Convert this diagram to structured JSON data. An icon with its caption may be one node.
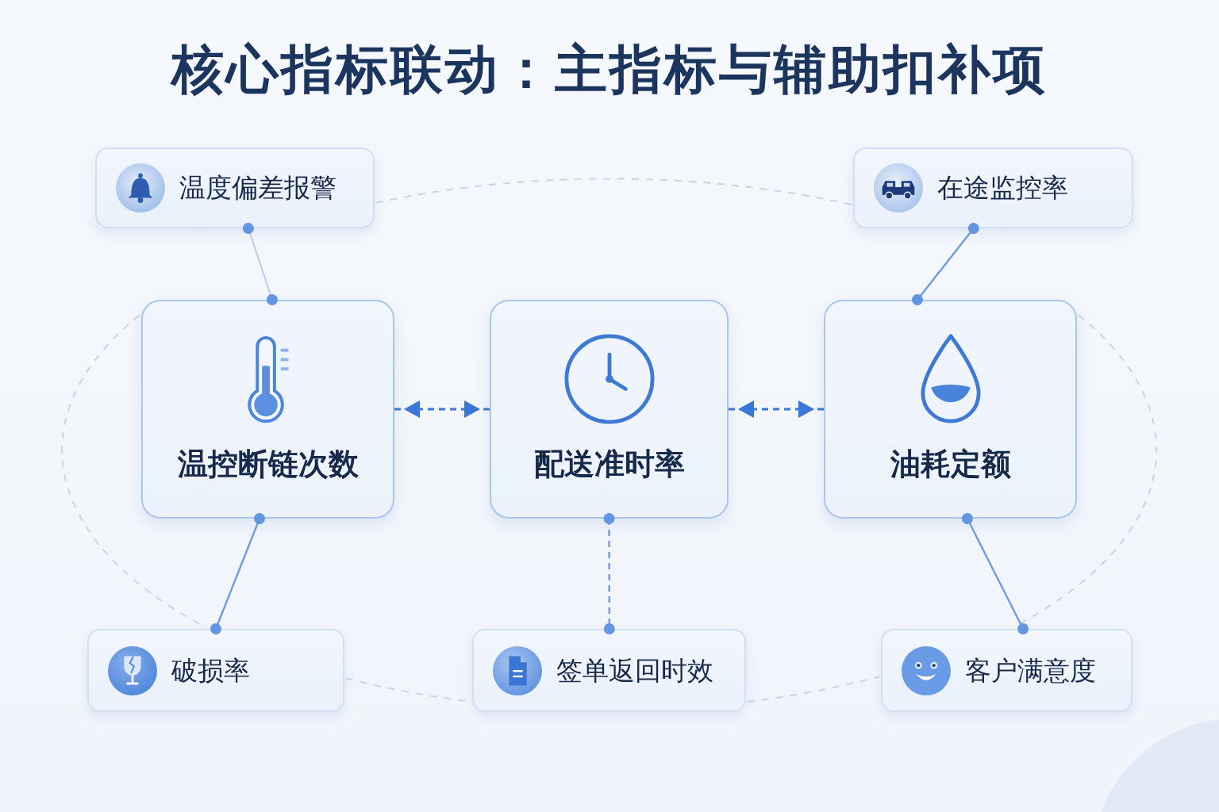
{
  "diagram": {
    "title": "核心指标联动：主指标与辅助扣补项",
    "nodes": [
      {
        "text": [
          "温度偏差报警"
        ]
      },
      {
        "text": [
          "在途监控率"
        ]
      },
      {
        "text": [
          "温控断链次数"
        ]
      },
      {
        "text": [
          "配送准时率"
        ]
      },
      {
        "text": [
          "油耗定额"
        ]
      },
      {
        "text": [
          "破损率"
        ]
      },
      {
        "text": [
          "签单返回时效"
        ]
      },
      {
        "text": [
          "客户满意度"
        ]
      }
    ],
    "edges": [
      {
        "from": 0,
        "to": 1,
        "arrow": "none",
        "style": "dashed",
        "color": "#c6d6ee"
      },
      {
        "from": 0,
        "to": 2,
        "arrow": "other",
        "color": "#b9cdee"
      },
      {
        "from": 1,
        "to": 4,
        "arrow": "other"
      },
      {
        "from": 2,
        "to": 3,
        "arrow": "both",
        "style": "dashed",
        "color": "#3b77d6"
      },
      {
        "from": 3,
        "to": 4,
        "arrow": "both",
        "style": "dashed",
        "color": "#3b77d6"
      },
      {
        "from": 2,
        "to": 5,
        "arrow": "none",
        "style": "dashed",
        "color": "#c6d6ee"
      },
      {
        "from": 4,
        "to": 7,
        "arrow": "none",
        "style": "dashed",
        "color": "#c6d6ee"
      },
      {
        "from": 2,
        "to": 5,
        "arrow": "other"
      },
      {
        "from": 3,
        "to": 6,
        "arrow": "other",
        "style": "dashed"
      },
      {
        "from": 4,
        "to": 7,
        "arrow": "other"
      },
      {
        "from": 5,
        "to": 6,
        "arrow": "none",
        "style": "dashed",
        "color": "#c6d6ee"
      },
      {
        "from": 6,
        "to": 7,
        "arrow": "none",
        "style": "dashed",
        "color": "#c6d6ee"
      }
    ]
  }
}
